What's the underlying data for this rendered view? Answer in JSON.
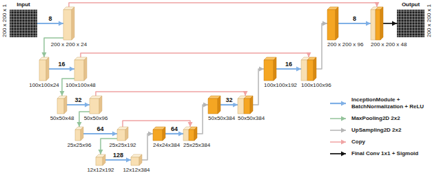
{
  "diagram": {
    "nodes": [
      {
        "text": [
          "Input",
          "200 x 200 x 1"
        ]
      },
      {
        "text": [
          "200 x 200 x 24"
        ]
      },
      {
        "text": [
          "100x100x24"
        ]
      },
      {
        "text": [
          "100x100x48"
        ]
      },
      {
        "text": [
          "50x50x48"
        ]
      },
      {
        "text": [
          "50x50x96"
        ]
      },
      {
        "text": [
          "25x25x96"
        ]
      },
      {
        "text": [
          "25x25x192"
        ]
      },
      {
        "text": [
          "12x12x192"
        ]
      },
      {
        "text": [
          "12x12x384"
        ]
      },
      {
        "text": [
          "24x24x384"
        ]
      },
      {
        "text": [
          "25x25x384"
        ]
      },
      {
        "text": [
          "50x50x384"
        ]
      },
      {
        "text": [
          "50x50x384"
        ]
      },
      {
        "text": [
          "100x100x192"
        ]
      },
      {
        "text": [
          "100x100x96"
        ]
      },
      {
        "text": [
          "200 x 200 x 96"
        ]
      },
      {
        "text": [
          "200 x 200 x 48"
        ]
      },
      {
        "text": [
          "Output",
          "200 x 200 x 1"
        ]
      }
    ],
    "edges": [
      {
        "from": 0,
        "to": 1,
        "arrow": "to",
        "label": "8"
      },
      {
        "from": 1,
        "to": 2,
        "arrow": "to"
      },
      {
        "from": 2,
        "to": 3,
        "arrow": "to",
        "label": "16"
      },
      {
        "from": 3,
        "to": 4,
        "arrow": "to"
      },
      {
        "from": 4,
        "to": 5,
        "arrow": "to",
        "label": "32"
      },
      {
        "from": 5,
        "to": 6,
        "arrow": "to"
      },
      {
        "from": 6,
        "to": 7,
        "arrow": "to",
        "label": "64"
      },
      {
        "from": 7,
        "to": 8,
        "arrow": "to"
      },
      {
        "from": 8,
        "to": 9,
        "arrow": "to",
        "label": "128"
      },
      {
        "from": 9,
        "to": 10,
        "arrow": "to"
      },
      {
        "from": 10,
        "to": 11,
        "arrow": "to",
        "label": "64"
      },
      {
        "from": 11,
        "to": 12,
        "arrow": "to"
      },
      {
        "from": 12,
        "to": 13,
        "arrow": "to",
        "label": "32"
      },
      {
        "from": 13,
        "to": 14,
        "arrow": "to"
      },
      {
        "from": 14,
        "to": 15,
        "arrow": "to",
        "label": "16"
      },
      {
        "from": 15,
        "to": 16,
        "arrow": "to"
      },
      {
        "from": 16,
        "to": 17,
        "arrow": "to",
        "label": "8"
      },
      {
        "from": 17,
        "to": 18,
        "arrow": "to"
      },
      {
        "from": 1,
        "to": 17,
        "arrow": "to"
      },
      {
        "from": 3,
        "to": 15,
        "arrow": "to"
      },
      {
        "from": 5,
        "to": 13,
        "arrow": "to"
      },
      {
        "from": 7,
        "to": 11,
        "arrow": "to"
      }
    ],
    "legend": [
      {
        "text": "InceptionModule + BatchNormalization + ReLU"
      },
      {
        "text": "MaxPooling2D 2x2"
      },
      {
        "text": "UpSampling2D 2x2"
      },
      {
        "text": "Copy"
      },
      {
        "text": "Final Conv 1x1 + Sigmoid"
      }
    ]
  }
}
